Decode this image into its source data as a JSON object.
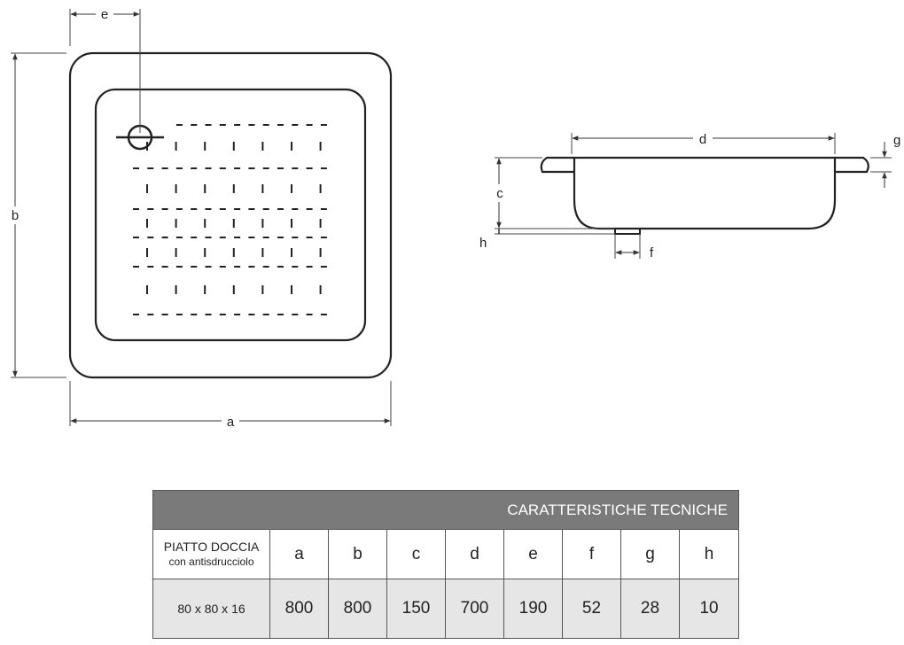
{
  "dimension_labels": {
    "a": "a",
    "b": "b",
    "c": "c",
    "d": "d",
    "e": "e",
    "f": "f",
    "g": "g",
    "h": "h"
  },
  "table": {
    "title": "CARATTERISTICHE TECNICHE",
    "label_header_line1": "PIATTO DOCCIA",
    "label_header_line2": "con antisdrucciolo",
    "columns": [
      "a",
      "b",
      "c",
      "d",
      "e",
      "f",
      "g",
      "h"
    ],
    "model": "80 x 80 x 16",
    "values": [
      "800",
      "800",
      "150",
      "700",
      "190",
      "52",
      "28",
      "10"
    ]
  }
}
